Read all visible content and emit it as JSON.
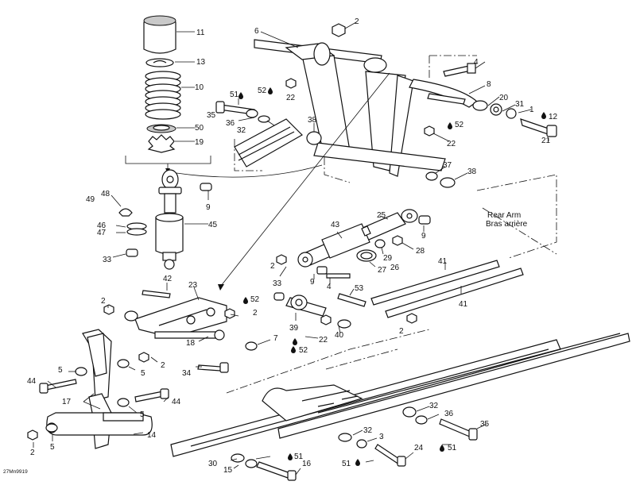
{
  "caption": {
    "line1": "Rear Arm",
    "line2": "Bras arrière"
  },
  "drawing_code": "27Mn9919",
  "adhesive_icon": "droplet-adhesive-icon",
  "labels": [
    {
      "id": "l11",
      "text": "11"
    },
    {
      "id": "l13",
      "text": "13"
    },
    {
      "id": "l10",
      "text": "10"
    },
    {
      "id": "l50",
      "text": "50"
    },
    {
      "id": "l19",
      "text": "19"
    },
    {
      "id": "l6",
      "text": "6"
    },
    {
      "id": "l2a",
      "text": "2"
    },
    {
      "id": "l4a",
      "text": "4"
    },
    {
      "id": "l8",
      "text": "8"
    },
    {
      "id": "l20",
      "text": "20"
    },
    {
      "id": "l31",
      "text": "31"
    },
    {
      "id": "l1",
      "text": "1"
    },
    {
      "id": "l12",
      "text": "12"
    },
    {
      "id": "l21",
      "text": "21"
    },
    {
      "id": "l51a",
      "text": "51"
    },
    {
      "id": "l52a",
      "text": "52"
    },
    {
      "id": "l22a",
      "text": "22"
    },
    {
      "id": "l35a",
      "text": "35"
    },
    {
      "id": "l36a",
      "text": "36"
    },
    {
      "id": "l32a",
      "text": "32"
    },
    {
      "id": "l38a",
      "text": "38"
    },
    {
      "id": "l52b",
      "text": "52"
    },
    {
      "id": "l22b",
      "text": "22"
    },
    {
      "id": "l37",
      "text": "37"
    },
    {
      "id": "l38b",
      "text": "38"
    },
    {
      "id": "l9a",
      "text": "9"
    },
    {
      "id": "l48",
      "text": "48"
    },
    {
      "id": "l49",
      "text": "49"
    },
    {
      "id": "l46",
      "text": "46"
    },
    {
      "id": "l47",
      "text": "47"
    },
    {
      "id": "l45",
      "text": "45"
    },
    {
      "id": "l33a",
      "text": "33"
    },
    {
      "id": "l25",
      "text": "25"
    },
    {
      "id": "l43",
      "text": "43"
    },
    {
      "id": "l9b",
      "text": "9"
    },
    {
      "id": "l28",
      "text": "28"
    },
    {
      "id": "l29",
      "text": "29"
    },
    {
      "id": "l26",
      "text": "26"
    },
    {
      "id": "l27",
      "text": "27"
    },
    {
      "id": "l2b",
      "text": "2"
    },
    {
      "id": "l9c",
      "text": "9"
    },
    {
      "id": "l4b",
      "text": "4"
    },
    {
      "id": "l41a",
      "text": "41"
    },
    {
      "id": "l41b",
      "text": "41"
    },
    {
      "id": "l42",
      "text": "42"
    },
    {
      "id": "l23",
      "text": "23"
    },
    {
      "id": "l52c",
      "text": "52"
    },
    {
      "id": "l33b",
      "text": "33"
    },
    {
      "id": "l53",
      "text": "53"
    },
    {
      "id": "l2c",
      "text": "2"
    },
    {
      "id": "l2d",
      "text": "2"
    },
    {
      "id": "l39",
      "text": "39"
    },
    {
      "id": "l40",
      "text": "40"
    },
    {
      "id": "l22c",
      "text": "22"
    },
    {
      "id": "l52d",
      "text": "52"
    },
    {
      "id": "l2e",
      "text": "2"
    },
    {
      "id": "l7",
      "text": "7"
    },
    {
      "id": "l18",
      "text": "18"
    },
    {
      "id": "l5a",
      "text": "5"
    },
    {
      "id": "l44a",
      "text": "44"
    },
    {
      "id": "l5b",
      "text": "5"
    },
    {
      "id": "l2f",
      "text": "2"
    },
    {
      "id": "l34",
      "text": "34"
    },
    {
      "id": "l17",
      "text": "17"
    },
    {
      "id": "l44b",
      "text": "44"
    },
    {
      "id": "l5c",
      "text": "5"
    },
    {
      "id": "l14",
      "text": "14"
    },
    {
      "id": "l2g",
      "text": "2"
    },
    {
      "id": "l5d",
      "text": "5"
    },
    {
      "id": "l32b",
      "text": "32"
    },
    {
      "id": "l36b",
      "text": "36"
    },
    {
      "id": "l35b",
      "text": "35"
    },
    {
      "id": "l32c",
      "text": "32"
    },
    {
      "id": "l3",
      "text": "3"
    },
    {
      "id": "l24",
      "text": "24"
    },
    {
      "id": "l51b",
      "text": "51"
    },
    {
      "id": "l30",
      "text": "30"
    },
    {
      "id": "l51c",
      "text": "51"
    },
    {
      "id": "l15",
      "text": "15"
    },
    {
      "id": "l16",
      "text": "16"
    },
    {
      "id": "l51d",
      "text": "51"
    }
  ]
}
